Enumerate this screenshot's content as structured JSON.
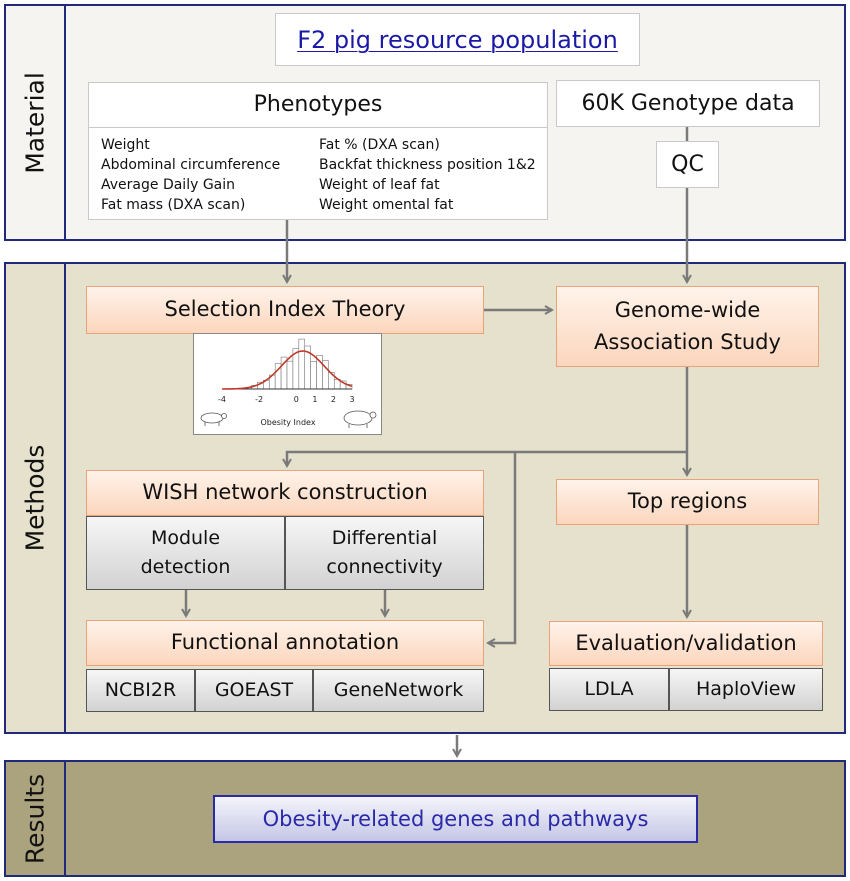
{
  "material": {
    "label": "Material",
    "title": "F2 pig resource population",
    "phenotypes": {
      "title": "Phenotypes",
      "traits_left": [
        "Weight",
        "Abdominal circumference",
        "Average Daily Gain",
        "Fat mass (DXA scan)"
      ],
      "traits_right": [
        "Fat % (DXA scan)",
        "Backfat thickness position 1&2",
        "Weight of leaf fat",
        "Weight omental fat"
      ]
    },
    "genotype": "60K Genotype data",
    "qc": "QC"
  },
  "methods": {
    "label": "Methods",
    "selection_index": "Selection Index Theory",
    "gwas": [
      "Genome-wide",
      "Association Study"
    ],
    "histogram": {
      "xlabel": "Obesity Index",
      "ticks": [
        "-4",
        "-2",
        "0",
        "1",
        "2",
        "3"
      ]
    },
    "wish": "WISH network construction",
    "module_detection": [
      "Module",
      "detection"
    ],
    "differential_connectivity": [
      "Differential",
      "connectivity"
    ],
    "functional_annotation": "Functional annotation",
    "tools_left": [
      "NCBI2R",
      "GOEAST",
      "GeneNetwork"
    ],
    "top_regions": "Top regions",
    "evaluation": "Evaluation/validation",
    "tools_right": [
      "LDLA",
      "HaploView"
    ]
  },
  "results": {
    "label": "Results",
    "output": "Obesity-related genes and pathways"
  },
  "colors": {
    "border_navy": "#1f2a7a",
    "material_bg": "#f5f4f0",
    "methods_bg": "#e6e1cc",
    "results_bg": "#aba37e",
    "orange_fill": "#fbd6bd",
    "link_text": "#1a1aa6",
    "result_text": "#2a2aa8"
  }
}
